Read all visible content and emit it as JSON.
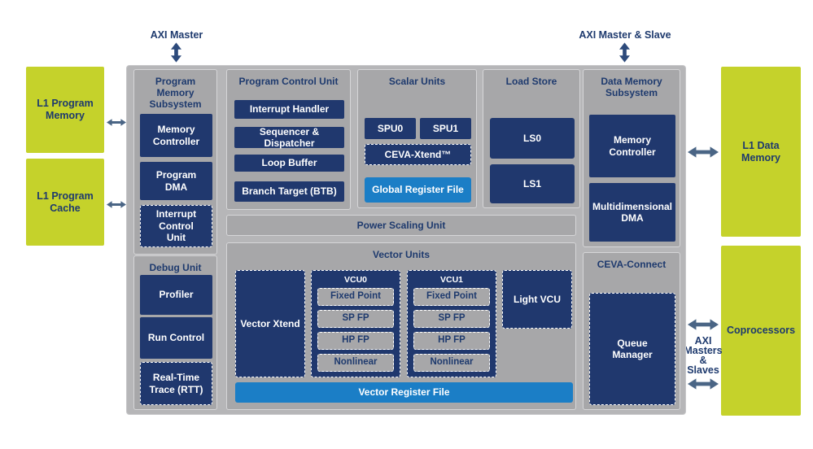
{
  "colors": {
    "yellow_green": "#c5d22b",
    "navy": "#20386e",
    "panel_gray": "#a7a7a9",
    "container_gray": "#b6b6b8",
    "accent_blue": "#1b7ec6",
    "arrow_vertical": "#2d4a7b",
    "arrow_horizontal": "#4a6585",
    "label_navy": "#1e3a6e"
  },
  "top_labels": {
    "axi_master": "AXI Master",
    "axi_master_slave": "AXI Master & Slave"
  },
  "side_labels": {
    "axi_masters_slaves": [
      "AXI",
      "Masters",
      "&",
      "Slaves"
    ]
  },
  "memories": {
    "l1_program_memory": "L1 Program Memory",
    "l1_program_cache": "L1 Program Cache",
    "l1_data_memory": "L1 Data Memory",
    "coprocessors": "Coprocessors"
  },
  "panels": {
    "program_memory_subsystem": {
      "title": "Program Memory Subsystem",
      "memory_controller": "Memory Controller",
      "program_dma": "Program DMA",
      "interrupt_control_unit": "Interrupt Control Unit"
    },
    "debug_unit": {
      "title": "Debug Unit",
      "profiler": "Profiler",
      "run_control": "Run Control",
      "real_time_trace": "Real-Time Trace (RTT)"
    },
    "program_control_unit": {
      "title": "Program Control Unit",
      "interrupt_handler": "Interrupt Handler",
      "sequencer_dispatcher": "Sequencer & Dispatcher",
      "loop_buffer": "Loop Buffer",
      "branch_target": "Branch Target (BTB)"
    },
    "scalar_units": {
      "title": "Scalar Units",
      "spu0": "SPU0",
      "spu1": "SPU1",
      "ceva_xtend": "CEVA-Xtend™",
      "global_register_file": "Global Register File"
    },
    "load_store": {
      "title": "Load Store",
      "ls0": "LS0",
      "ls1": "LS1"
    },
    "data_memory_subsystem": {
      "title": "Data Memory Subsystem",
      "memory_controller": "Memory Controller",
      "multidimensional_dma": "Multidimensional DMA"
    },
    "power_scaling_unit": {
      "title": "Power Scaling Unit"
    },
    "vector_units": {
      "title": "Vector Units",
      "vector_xtend": "Vector Xtend",
      "vcu0": {
        "title": "VCU0",
        "fixed_point": "Fixed Point",
        "sp_fp": "SP FP",
        "hp_fp": "HP FP",
        "nonlinear": "Nonlinear"
      },
      "vcu1": {
        "title": "VCU1",
        "fixed_point": "Fixed Point",
        "sp_fp": "SP FP",
        "hp_fp": "HP FP",
        "nonlinear": "Nonlinear"
      },
      "light_vcu": "Light VCU",
      "vector_register_file": "Vector Register File"
    },
    "ceva_connect": {
      "title": "CEVA-Connect",
      "queue_manager": "Queue Manager"
    }
  }
}
